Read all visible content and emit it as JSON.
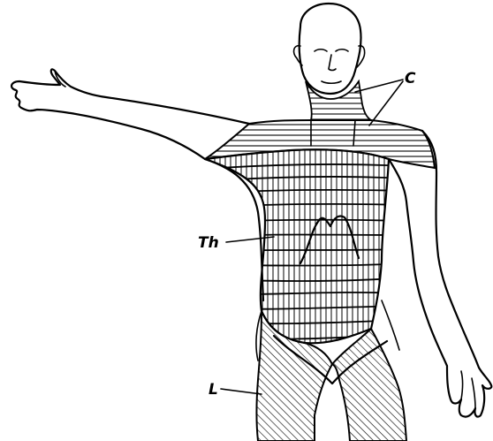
{
  "labels": {
    "cervical": "C",
    "thoracic": "Th",
    "lumbar": "L"
  }
}
